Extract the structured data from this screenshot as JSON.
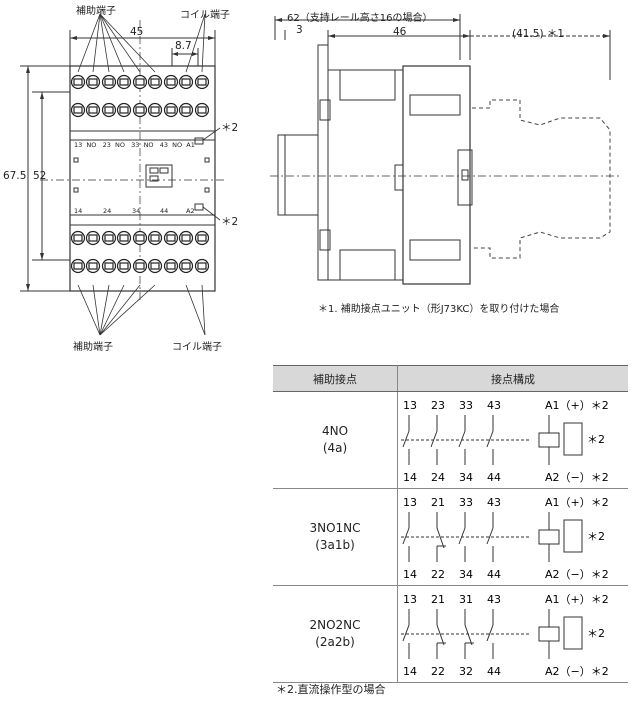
{
  "left_view": {
    "aux_terminal_top": "補助端子",
    "coil_terminal_top": "コイル端子",
    "aux_terminal_bottom": "補助端子",
    "coil_terminal_bottom": "コイル端子",
    "dim_width": "45",
    "dim_pitch": "8.7",
    "dim_height_outer": "67.5",
    "dim_height_inner": "52",
    "mark_top_row": "13  NO   23  NO   33  NO   43  NO  A1",
    "mark_bottom_row": [
      "14",
      "24",
      "34",
      "44",
      "A2"
    ],
    "note_mark_1": "＊2",
    "note_mark_2": "＊2"
  },
  "right_view": {
    "dim_total": "62（支持レール高さ16の場合）",
    "dim_left": "3",
    "dim_body": "46",
    "dim_unit": "(41.5) ＊1",
    "caption": "＊1. 補助接点ユニット（形J73KC）を取り付けた場合"
  },
  "table": {
    "header_aux": "補助接点",
    "header_config": "接点構成",
    "rows": [
      {
        "name": "4NO",
        "code": "(4a)",
        "top_terms": [
          "13",
          "23",
          "33",
          "43"
        ],
        "bottom_terms": [
          "14",
          "24",
          "34",
          "44"
        ],
        "coil_top": "A1（+）＊2",
        "coil_bottom": "A2（−）＊2",
        "coil_mid": "＊2"
      },
      {
        "name": "3NO1NC",
        "code": "(3a1b)",
        "top_terms": [
          "13",
          "21",
          "33",
          "43"
        ],
        "bottom_terms": [
          "14",
          "22",
          "34",
          "44"
        ],
        "coil_top": "A1（+）＊2",
        "coil_bottom": "A2（−）＊2",
        "coil_mid": "＊2"
      },
      {
        "name": "2NO2NC",
        "code": "(2a2b)",
        "top_terms": [
          "13",
          "21",
          "31",
          "43"
        ],
        "bottom_terms": [
          "14",
          "22",
          "32",
          "44"
        ],
        "coil_top": "A1（+）＊2",
        "coil_bottom": "A2（−）＊2",
        "coil_mid": "＊2"
      }
    ]
  },
  "footnote": "＊2.直流操作型の場合"
}
